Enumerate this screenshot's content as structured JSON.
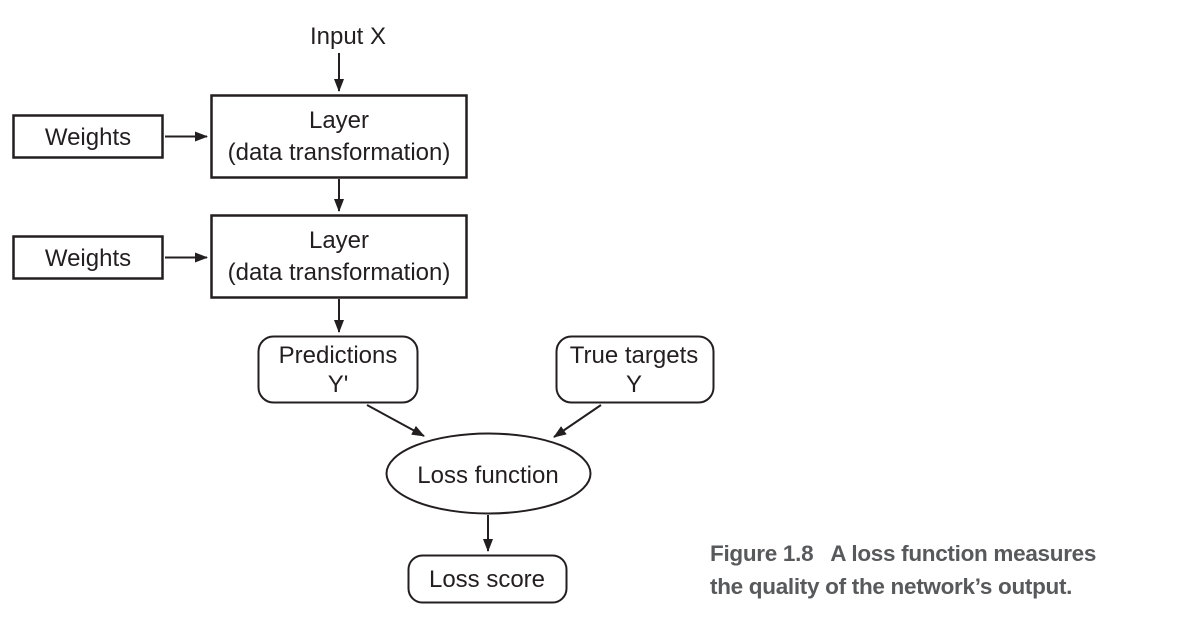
{
  "colors": {
    "ink": "#231f20",
    "caption": "#58595b",
    "bg": "#ffffff"
  },
  "nodes": {
    "input": {
      "label": "Input X"
    },
    "weights1": {
      "label": "Weights"
    },
    "layer1": {
      "title": "Layer",
      "subtitle": "(data transformation)"
    },
    "weights2": {
      "label": "Weights"
    },
    "layer2": {
      "title": "Layer",
      "subtitle": "(data transformation)"
    },
    "predictions": {
      "title": "Predictions",
      "subtitle": "Y'"
    },
    "true_targets": {
      "title": "True targets",
      "subtitle": "Y"
    },
    "loss_function": {
      "label": "Loss function"
    },
    "loss_score": {
      "label": "Loss score"
    }
  },
  "caption": {
    "number": "Figure 1.8",
    "line1": "A loss function measures",
    "line2": "the quality of the network’s output."
  }
}
